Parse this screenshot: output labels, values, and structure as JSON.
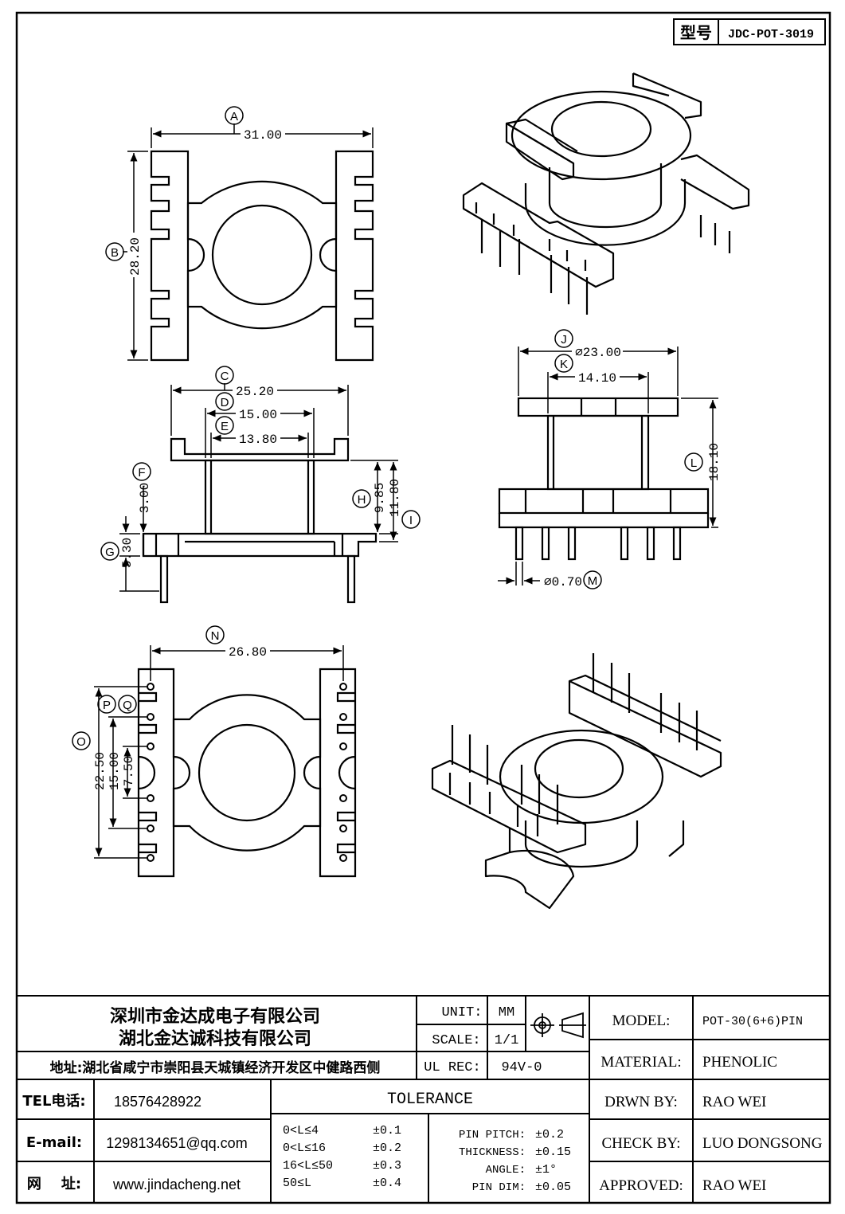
{
  "title_block": {
    "type_label": "型号",
    "type_value": "JDC-POT-3019"
  },
  "dimensions": {
    "A": {
      "letter": "A",
      "value": "31.00"
    },
    "B": {
      "letter": "B",
      "value": "28.20"
    },
    "C": {
      "letter": "C",
      "value": "25.20"
    },
    "D": {
      "letter": "D",
      "value": "15.00"
    },
    "E": {
      "letter": "E",
      "value": "13.80"
    },
    "F": {
      "letter": "F",
      "value": "3.00"
    },
    "G": {
      "letter": "G",
      "value": "5.30"
    },
    "H": {
      "letter": "H",
      "value": "9.85"
    },
    "I": {
      "letter": "I",
      "value": "11.80"
    },
    "J": {
      "letter": "J",
      "value": "⌀23.00"
    },
    "K": {
      "letter": "K",
      "value": "14.10"
    },
    "L": {
      "letter": "L",
      "value": "18.10"
    },
    "M": {
      "letter": "M",
      "value": "⌀0.70"
    },
    "N": {
      "letter": "N",
      "value": "26.80"
    },
    "O": {
      "letter": "O",
      "value": "22.50"
    },
    "P": {
      "letter": "P",
      "value": "15.00"
    },
    "Q": {
      "letter": "Q",
      "value": "7.50"
    }
  },
  "company": {
    "name1": "深圳市金达成电子有限公司",
    "name2": "湖北金达诚科技有限公司",
    "address": "地址:湖北省咸宁市崇阳县天城镇经济开发区中健路西侧",
    "tel_label": "TEL电话:",
    "tel": "18576428922",
    "email_label": "E-mail:",
    "email": "1298134651@qq.com",
    "web_label": "网    址:",
    "web": "www.jindacheng.net"
  },
  "spec": {
    "unit_label": "UNIT:",
    "unit": "MM",
    "scale_label": "SCALE:",
    "scale": "1/1",
    "ulrec_label": "UL REC:",
    "ulrec": "94V-0",
    "tolerance_title": "TOLERANCE",
    "tolerances": [
      {
        "range": "0<L≤4",
        "value": "±0.1"
      },
      {
        "range": "0<L≤16",
        "value": "±0.2"
      },
      {
        "range": "16<L≤50",
        "value": "±0.3"
      },
      {
        "range": "50≤L",
        "value": "±0.4"
      }
    ],
    "pin_tolerances": [
      {
        "label": "PIN PITCH:",
        "value": "±0.2"
      },
      {
        "label": "THICKNESS:",
        "value": "±0.15"
      },
      {
        "label": "ANGLE:",
        "value": "±1°"
      },
      {
        "label": "PIN DIM:",
        "value": "±0.05"
      }
    ]
  },
  "info": {
    "model_label": "MODEL:",
    "model": "POT-30(6+6)PIN",
    "material_label": "MATERIAL:",
    "material": "PHENOLIC",
    "drawn_label": "DRWN BY:",
    "drawn": "RAO WEI",
    "check_label": "CHECK BY:",
    "check": "LUO DONGSONG",
    "approved_label": "APPROVED:",
    "approved": "RAO WEI"
  }
}
